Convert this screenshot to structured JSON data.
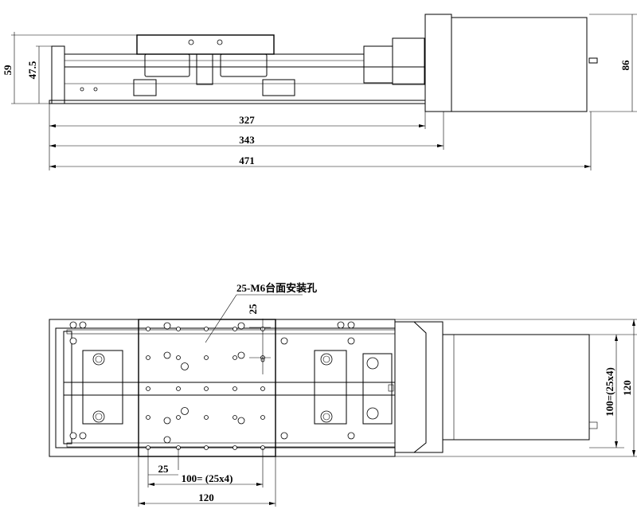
{
  "side_view": {
    "dims": {
      "height_total": "59",
      "height_rail": "47.5",
      "length_327": "327",
      "length_343": "343",
      "length_471": "471",
      "motor_height": "86"
    }
  },
  "top_view": {
    "note": "25-M6台面安装孔",
    "dims": {
      "pitch_vertical": "25",
      "pitch_horizontal": "25",
      "hole_span": "100= (25x4)",
      "table_width": "120",
      "hole_span_vertical": "100=(25x4)",
      "body_width": "120"
    }
  }
}
